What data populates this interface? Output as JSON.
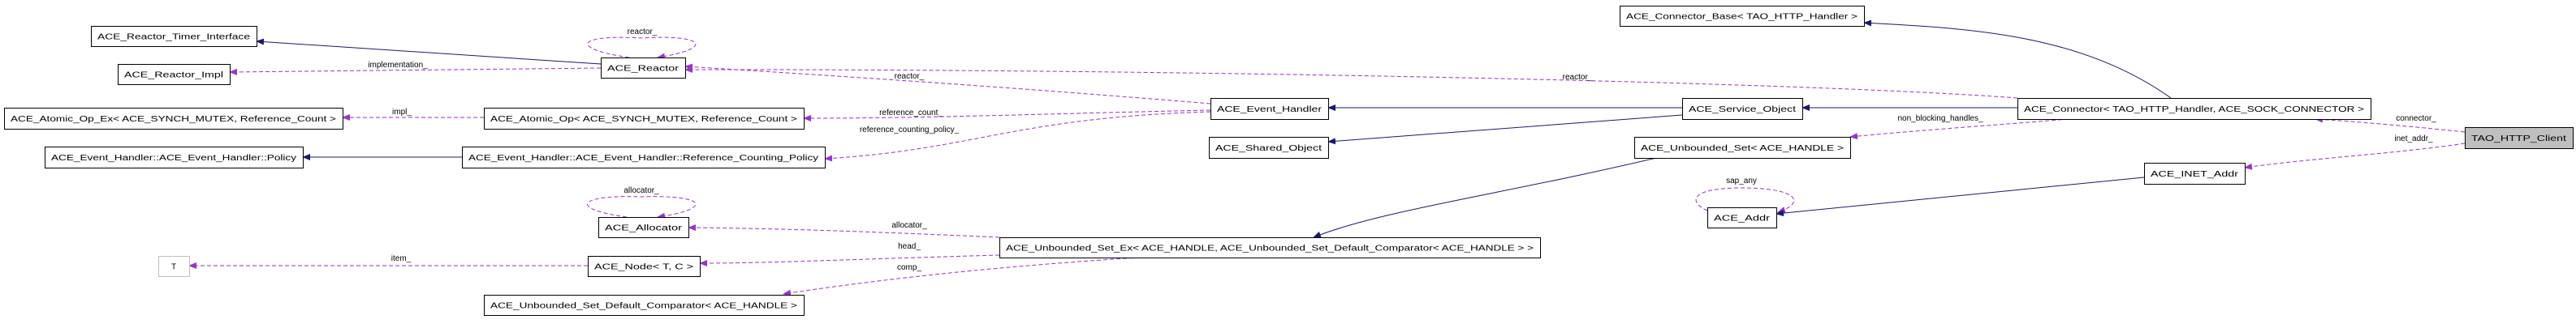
{
  "colors": {
    "inheritance": "#191970",
    "usage": "#9a32cd",
    "focus_fill": "#bfbfbf"
  },
  "nodes": {
    "timer_interface": "ACE_Reactor_Timer_Interface",
    "reactor_impl": "ACE_Reactor_Impl",
    "reactor": "ACE_Reactor",
    "atomic_op_ex": "ACE_Atomic_Op_Ex< ACE_SYNCH_MUTEX, Reference_Count >",
    "atomic_op": "ACE_Atomic_Op< ACE_SYNCH_MUTEX, Reference_Count >",
    "policy": "ACE_Event_Handler::ACE_Event_Handler::Policy",
    "ref_counting_policy": "ACE_Event_Handler::ACE_Event_Handler::Reference_Counting_Policy",
    "allocator": "ACE_Allocator",
    "t": "T",
    "node": "ACE_Node< T, C >",
    "comparator": "ACE_Unbounded_Set_Default_Comparator< ACE_HANDLE >",
    "event_handler": "ACE_Event_Handler",
    "shared_object": "ACE_Shared_Object",
    "unbounded_set_ex": "ACE_Unbounded_Set_Ex< ACE_HANDLE, ACE_Unbounded_Set_Default_Comparator< ACE_HANDLE > >",
    "connector_base": "ACE_Connector_Base< TAO_HTTP_Handler >",
    "service_object": "ACE_Service_Object",
    "unbounded_set": "ACE_Unbounded_Set< ACE_HANDLE >",
    "addr": "ACE_Addr",
    "connector": "ACE_Connector< TAO_HTTP_Handler, ACE_SOCK_CONNECTOR >",
    "inet_addr": "ACE_INET_Addr",
    "client": "TAO_HTTP_Client"
  },
  "edge_labels": {
    "reactor_self": "reactor_",
    "implementation": "implementation_",
    "impl": "impl_",
    "eh_reactor": "reactor_",
    "reference_count": "reference_count_",
    "reference_counting_policy": "reference_counting_policy_",
    "connector_reactor": "reactor_",
    "non_blocking_handles": "non_blocking_handles_",
    "allocator_self": "allocator_",
    "allocator": "allocator_",
    "head": "head_",
    "comp": "comp_",
    "item": "item_",
    "sap_any": "sap_any",
    "connector": "connector_",
    "inet_addr": "inet_addr_"
  }
}
